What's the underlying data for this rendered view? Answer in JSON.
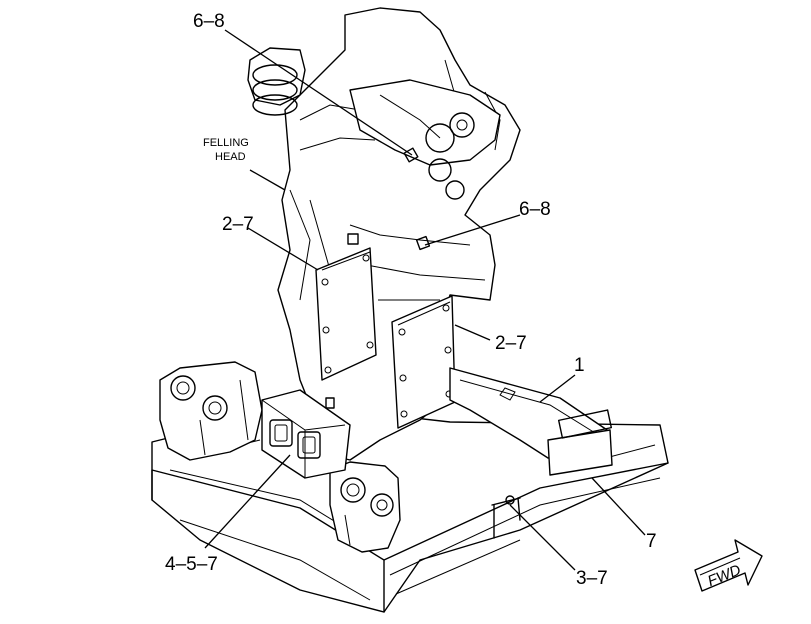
{
  "callouts": {
    "top_68": "6–8",
    "mid_68": "6–8",
    "left_27": "2–7",
    "right_27": "2–7",
    "label_1": "1",
    "label_7": "7",
    "bottom_457": "4–5–7",
    "bottom_37": "3–7"
  },
  "felling_head": {
    "line1": "FELLING",
    "line2": "HEAD"
  },
  "fwd_arrow": {
    "label": "FWD",
    "icon": "forward-direction-arrow-icon"
  }
}
